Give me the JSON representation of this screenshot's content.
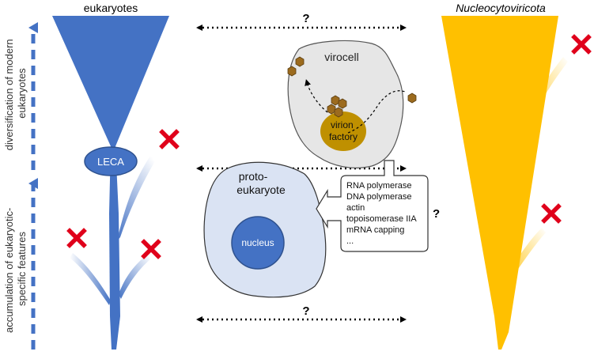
{
  "labels": {
    "eukaryotes": "eukaryotes",
    "nucleocytoviricota": "Nucleocytoviricota",
    "axis_diversification": [
      "diversification of modern",
      "eukaryotes"
    ],
    "axis_accumulation": [
      "accumulation of eukaryotic-",
      "specific features"
    ],
    "leca": "LECA",
    "virocell": "virocell",
    "virion_factory": [
      "virion",
      "factory"
    ],
    "protoeukaryote": [
      "proto-",
      "eukaryote"
    ],
    "nucleus": "nucleus",
    "question_mark": "?",
    "genes": [
      "RNA polymerase",
      "DNA polymerase",
      "actin",
      "topoisomerase IIA",
      "mRNA capping",
      "..."
    ]
  },
  "colors": {
    "eukaryote_blue": "#4472C4",
    "virus_yellow": "#FFC000",
    "extinct_red": "#E0001B",
    "cell_gray": "#E6E6E6",
    "factory_gold": "#BF9000",
    "protocell_blue": "#DAE3F3",
    "virion_brown": "#9C6B1E"
  },
  "icons": {
    "extinction": "red-x-icon",
    "virion": "hexagon-icon",
    "arrows": "dotted-double-arrow"
  }
}
